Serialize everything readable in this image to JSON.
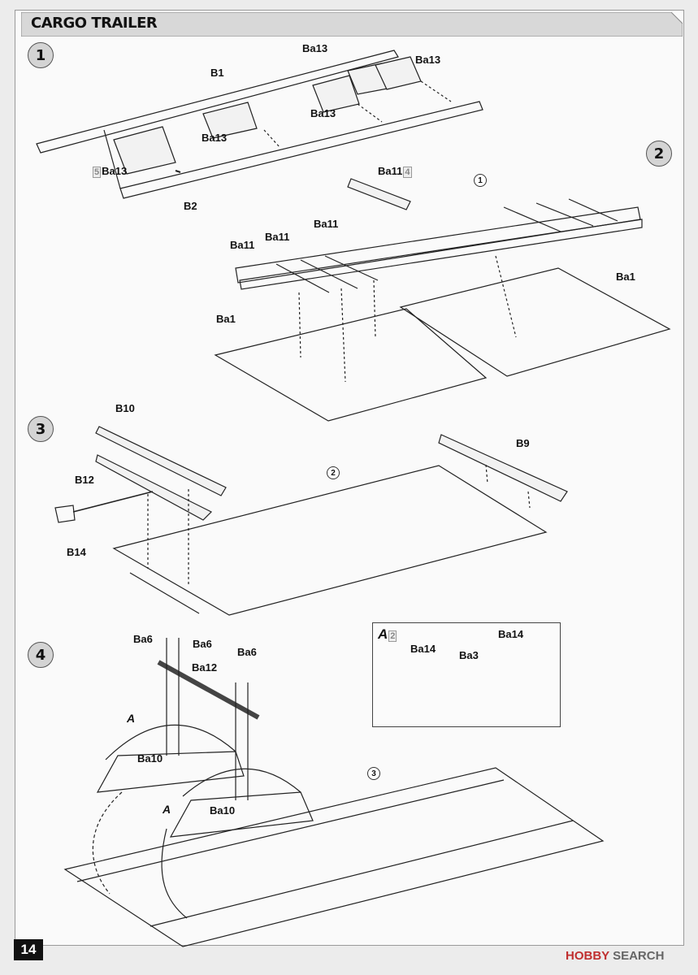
{
  "page": {
    "title": "CARGO TRAILER",
    "page_number": "14",
    "watermark_brand": "HOBBY",
    "watermark_suffix": "SEARCH"
  },
  "steps": [
    {
      "number": "1"
    },
    {
      "number": "2"
    },
    {
      "number": "3"
    },
    {
      "number": "4"
    }
  ],
  "step1": {
    "labels": [
      "Ba13",
      "Ba13",
      "B1",
      "Ba13",
      "Ba13",
      "Ba13",
      "B2"
    ],
    "ref_box": "5"
  },
  "step2": {
    "labels": [
      "Ba11",
      "Ba11",
      "Ba11",
      "Ba11",
      "Ba1",
      "Ba1"
    ],
    "ref_box": "4",
    "subref": "1"
  },
  "step3": {
    "labels": [
      "B10",
      "B12",
      "B14",
      "B9"
    ],
    "subref": "2"
  },
  "step4": {
    "labels": [
      "Ba6",
      "Ba6",
      "Ba6",
      "Ba12",
      "A",
      "Ba10",
      "Ba10",
      "A"
    ],
    "subref": "3"
  },
  "inset": {
    "title": "A",
    "ref_box": "2",
    "labels": [
      "Ba14",
      "Ba14",
      "Ba3"
    ]
  }
}
